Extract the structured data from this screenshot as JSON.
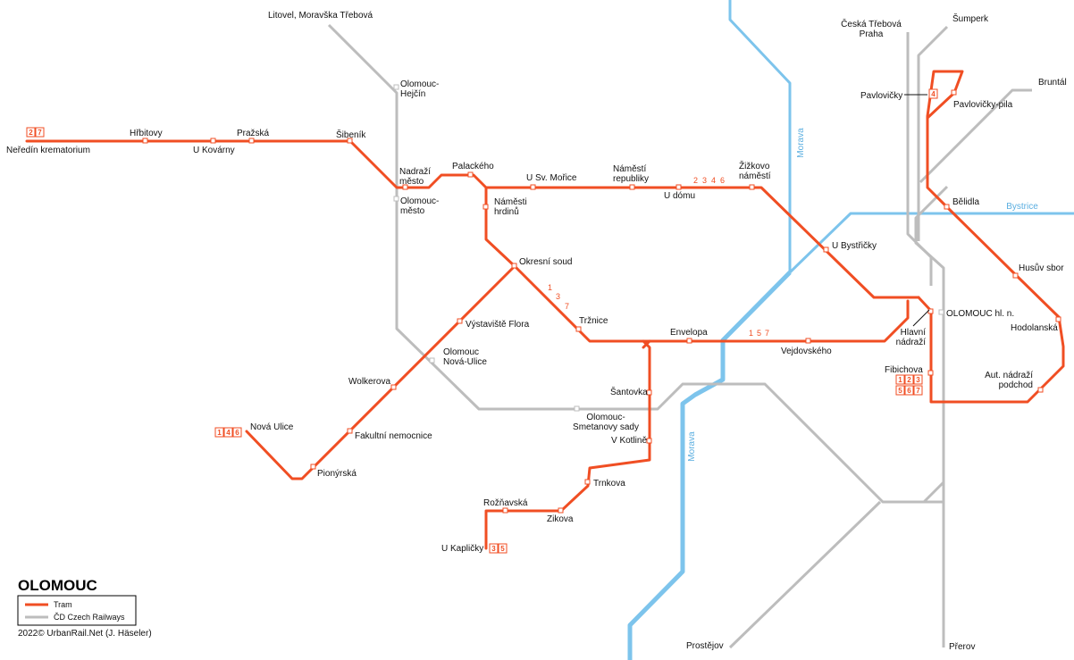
{
  "title": "OLOMOUC",
  "credit": "2022© UrbanRail.Net (J. Häseler)",
  "legend": [
    {
      "label": "Tram",
      "color": "#f04e23"
    },
    {
      "label": "ČD Czech Railways",
      "color": "#bdbdbd"
    }
  ],
  "colors": {
    "tram": "#f04e23",
    "rail": "#bdbdbd",
    "river": "#7dc4ec",
    "river_label": "#5aaee0"
  },
  "rivers": [
    {
      "name": "Morava",
      "label": "Morava"
    },
    {
      "name": "Morava",
      "label": "Morava"
    },
    {
      "name": "Bystrice",
      "label": "Bystrice"
    }
  ],
  "rail_destinations": [
    {
      "id": "litovel",
      "lines": [
        "Litovel, Moravška Třebová"
      ]
    },
    {
      "id": "ceska-trebova",
      "lines": [
        "Česká Třebová",
        "Praha"
      ]
    },
    {
      "id": "sumperk",
      "lines": [
        "Šumperk"
      ]
    },
    {
      "id": "bruntal",
      "lines": [
        "Bruntál"
      ]
    },
    {
      "id": "prostejov",
      "lines": [
        "Prostějov"
      ]
    },
    {
      "id": "prerov",
      "lines": [
        "Přerov"
      ]
    }
  ],
  "rail_stations": [
    {
      "id": "hejcin",
      "lines": [
        "Olomouc-",
        "Hejčín"
      ]
    },
    {
      "id": "olomouc-mesto",
      "lines": [
        "Olomouc-",
        "město"
      ]
    },
    {
      "id": "nova-ulice-rail",
      "lines": [
        "Olomouc",
        "Nová-Ulice"
      ]
    },
    {
      "id": "smetanovy-sady",
      "lines": [
        "Olomouc-",
        "Smetanovy sady"
      ]
    },
    {
      "id": "hl-n",
      "lines": [
        "OLOMOUC hl. n."
      ]
    }
  ],
  "tram_stops": [
    {
      "id": "neredin",
      "lines": [
        "Neředín krematorium"
      ]
    },
    {
      "id": "hrbitovy",
      "lines": [
        "Hřbitovy"
      ]
    },
    {
      "id": "u-kovarny",
      "lines": [
        "U Kovárny"
      ]
    },
    {
      "id": "prazska",
      "lines": [
        "Pražská"
      ]
    },
    {
      "id": "sibenik",
      "lines": [
        "Šibeník"
      ]
    },
    {
      "id": "nadrazi-mesto",
      "lines": [
        "Nadraží",
        "město"
      ]
    },
    {
      "id": "palackeho",
      "lines": [
        "Palackého"
      ]
    },
    {
      "id": "u-sv-morice",
      "lines": [
        "U Sv. Mořice"
      ]
    },
    {
      "id": "namesti-republiky",
      "lines": [
        "Náměstí",
        "republiky"
      ]
    },
    {
      "id": "u-domu",
      "lines": [
        "U dómu"
      ]
    },
    {
      "id": "zizkovo",
      "lines": [
        "Žižkovo",
        "náměstí"
      ]
    },
    {
      "id": "namesti-hrdinu",
      "lines": [
        "Náměsti",
        "hrdinů"
      ]
    },
    {
      "id": "okresni-soud",
      "lines": [
        "Okresní soud"
      ]
    },
    {
      "id": "vystaviste",
      "lines": [
        "Výstaviště Flora"
      ]
    },
    {
      "id": "wolkerova",
      "lines": [
        "Wolkerova"
      ]
    },
    {
      "id": "fakultni",
      "lines": [
        "Fakultní nemocnice"
      ]
    },
    {
      "id": "pionyrska",
      "lines": [
        "Pionýrská"
      ]
    },
    {
      "id": "nova-ulice",
      "lines": [
        "Nová Ulice"
      ]
    },
    {
      "id": "trznice",
      "lines": [
        "Tržnice"
      ]
    },
    {
      "id": "envelopa",
      "lines": [
        "Envelopa"
      ]
    },
    {
      "id": "vejdovskeho",
      "lines": [
        "Vejdovského"
      ]
    },
    {
      "id": "santovka",
      "lines": [
        "Šantovka"
      ]
    },
    {
      "id": "v-kotline",
      "lines": [
        "V Kotlině"
      ]
    },
    {
      "id": "trnkova",
      "lines": [
        "Trnkova"
      ]
    },
    {
      "id": "zikova",
      "lines": [
        "Zikova"
      ]
    },
    {
      "id": "roznavska",
      "lines": [
        "Rožňavská"
      ]
    },
    {
      "id": "u-kaplicky",
      "lines": [
        "U Kapličky"
      ]
    },
    {
      "id": "u-bystricky",
      "lines": [
        "U Bystřičky"
      ]
    },
    {
      "id": "hlavni-nadrazi",
      "lines": [
        "Hlavní",
        "nádraží"
      ]
    },
    {
      "id": "fibichova",
      "lines": [
        "Fibichova"
      ]
    },
    {
      "id": "aut-nadrazi",
      "lines": [
        "Aut. nádraží",
        "podchod"
      ]
    },
    {
      "id": "hodolanska",
      "lines": [
        "Hodolanská"
      ]
    },
    {
      "id": "husuv-sbor",
      "lines": [
        "Husův sbor"
      ]
    },
    {
      "id": "belidla",
      "lines": [
        "Bělidla"
      ]
    },
    {
      "id": "pavlovicky",
      "lines": [
        "Pavlovičky"
      ]
    },
    {
      "id": "pavlovicky-pila",
      "lines": [
        "Pavlovičky-pila"
      ]
    }
  ],
  "terminus_badges": [
    {
      "id": "neredin",
      "numbers": [
        "2",
        "7"
      ]
    },
    {
      "id": "nova-ulice",
      "numbers": [
        "1",
        "4",
        "6"
      ]
    },
    {
      "id": "u-kaplicky",
      "numbers": [
        "3",
        "5"
      ]
    },
    {
      "id": "pavlovicky",
      "numbers": [
        "4"
      ]
    },
    {
      "id": "fibichova-a",
      "numbers": [
        "1",
        "2",
        "3"
      ]
    },
    {
      "id": "fibichova-b",
      "numbers": [
        "5",
        "6",
        "7"
      ]
    }
  ],
  "route_labels": [
    {
      "id": "upper",
      "numbers": [
        "2",
        "3",
        "4",
        "6"
      ]
    },
    {
      "id": "diag-1",
      "numbers": [
        "1"
      ]
    },
    {
      "id": "diag-3",
      "numbers": [
        "3"
      ]
    },
    {
      "id": "diag-7",
      "numbers": [
        "7"
      ]
    },
    {
      "id": "lower",
      "numbers": [
        "1",
        "5",
        "7"
      ]
    }
  ]
}
